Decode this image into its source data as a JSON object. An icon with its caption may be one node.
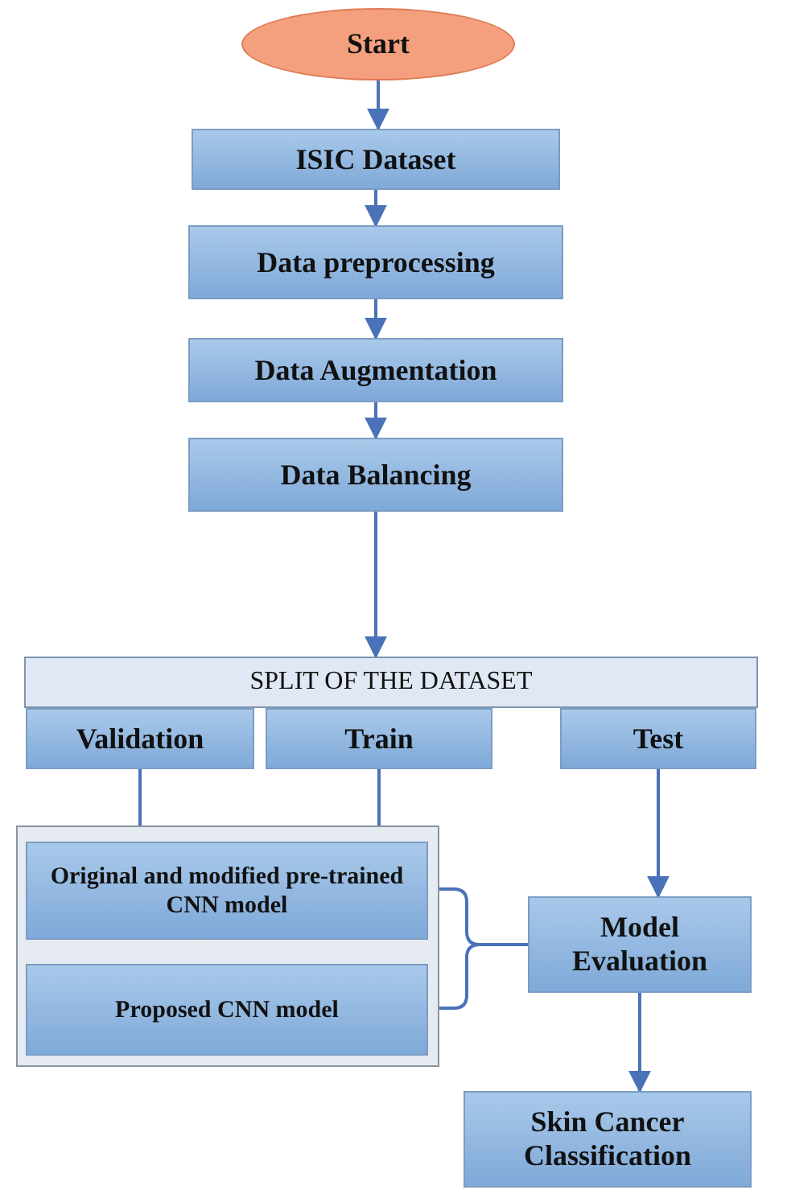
{
  "diagram": {
    "nodes": [
      {
        "text": [
          "Start"
        ]
      },
      {
        "text": [
          "ISIC Dataset"
        ]
      },
      {
        "text": [
          "Data preprocessing"
        ]
      },
      {
        "text": [
          "Data Augmentation"
        ]
      },
      {
        "text": [
          "Data Balancing"
        ]
      },
      {
        "text": [
          "SPLIT OF THE DATASET"
        ]
      },
      {
        "text": [
          "Validation"
        ]
      },
      {
        "text": [
          "Train"
        ]
      },
      {
        "text": [
          "Test"
        ]
      },
      {
        "text": [],
        "shape": "box"
      },
      {
        "text": [
          "Original and modified pre-trained CNN model"
        ],
        "in": 9
      },
      {
        "text": [
          "Proposed CNN model"
        ],
        "in": 9
      },
      {
        "text": [
          "Model Evaluation"
        ]
      },
      {
        "text": [
          "Skin Cancer Classification"
        ]
      }
    ],
    "edges": [
      {
        "from": 0,
        "to": 1,
        "arrow": "to"
      },
      {
        "from": 1,
        "to": 2,
        "arrow": "to"
      },
      {
        "from": 2,
        "to": 3,
        "arrow": "to"
      },
      {
        "from": 3,
        "to": 4,
        "arrow": "to"
      },
      {
        "from": 4,
        "to": 5,
        "arrow": "to"
      },
      {
        "from": 6,
        "to": 9,
        "arrow": "none"
      },
      {
        "from": 7,
        "to": 9,
        "arrow": "none"
      },
      {
        "from": 8,
        "to": 12,
        "arrow": "to"
      },
      {
        "from": 10,
        "to": 12,
        "arrow": "none"
      },
      {
        "from": 11,
        "to": 12,
        "arrow": "none"
      },
      {
        "from": 12,
        "to": 13,
        "arrow": "to"
      }
    ]
  }
}
